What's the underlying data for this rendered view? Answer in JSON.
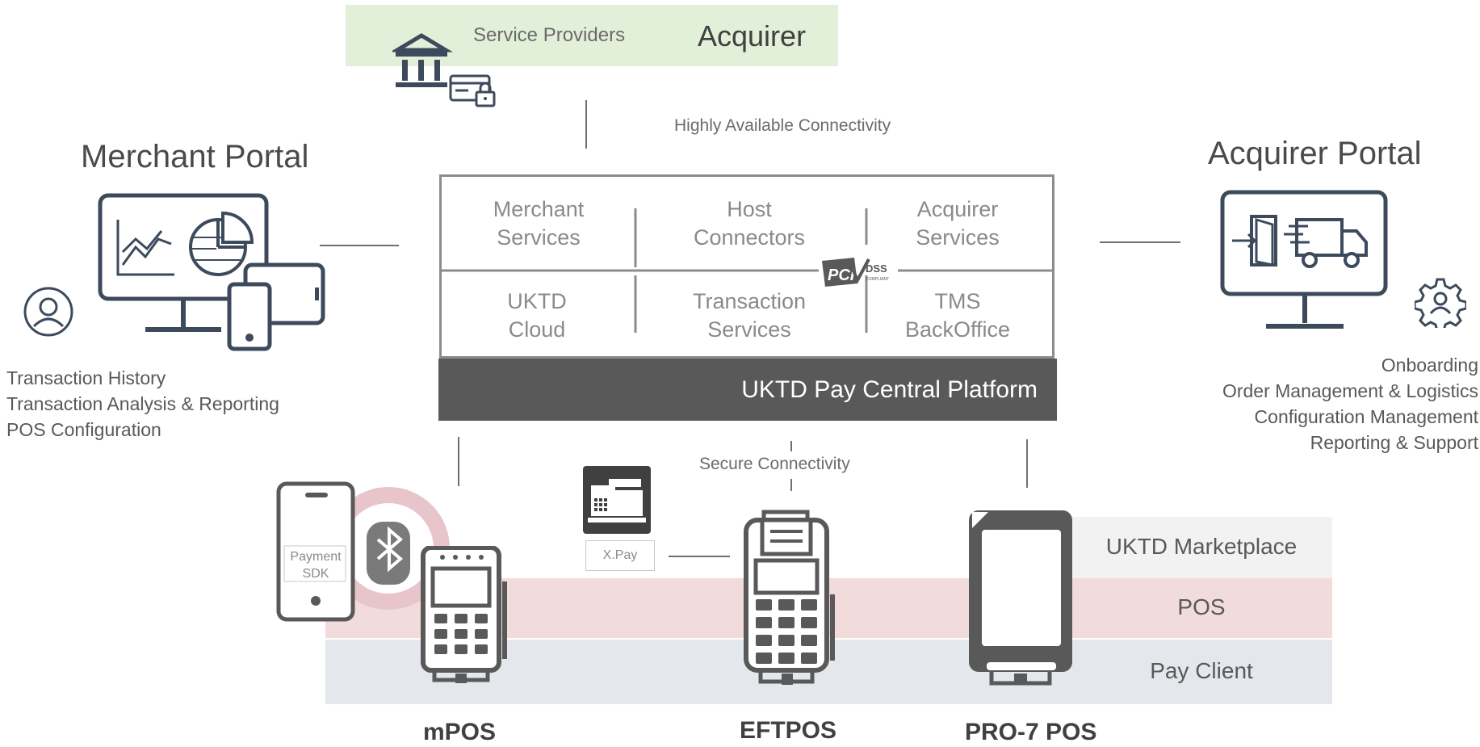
{
  "acquirer_band": {
    "service_providers": "Service Providers",
    "acquirer": "Acquirer"
  },
  "connectivity": {
    "top": "Highly Available Connectivity",
    "bottom": "Secure Connectivity"
  },
  "merchant_portal": {
    "title": "Merchant Portal",
    "features": [
      "Transaction History",
      "Transaction Analysis  & Reporting",
      "POS Configuration"
    ]
  },
  "acquirer_portal": {
    "title": "Acquirer Portal",
    "features": [
      "Onboarding",
      "Order Management & Logistics",
      "Configuration Management",
      "Reporting & Support"
    ]
  },
  "platform": {
    "services_top": [
      {
        "line1": "Merchant",
        "line2": "Services"
      },
      {
        "line1": "Host",
        "line2": "Connectors"
      },
      {
        "line1": "Acquirer",
        "line2": "Services"
      }
    ],
    "services_bottom": [
      {
        "line1": "UKTD",
        "line2": "Cloud"
      },
      {
        "line1": "Transaction",
        "line2": "Services"
      },
      {
        "line1": "TMS",
        "line2": "BackOffice"
      }
    ],
    "badge": {
      "pci": "PCI",
      "dss": "DSS",
      "compliant": "COMPLIANT"
    },
    "label": "UKTD Pay Central Platform"
  },
  "layers": {
    "marketplace": "UKTD Marketplace",
    "pos": "POS",
    "pay_client": "Pay  Client"
  },
  "devices": {
    "mpos": "mPOS",
    "eftpos": "EFTPOS",
    "pro7": "PRO-7 POS",
    "payment_sdk_line1": "Payment",
    "payment_sdk_line2": "SDK",
    "xpay": "X.Pay"
  },
  "colors": {
    "icon": "#3d4a5c",
    "acquirer_band": "#e2efd9",
    "platform_bar": "#595959",
    "pos_band": "#f2dcdb",
    "pay_client_band": "#e4e8ec",
    "marketplace_band": "#f2f2f2",
    "bluetooth_ring": "#e8c4cb"
  }
}
